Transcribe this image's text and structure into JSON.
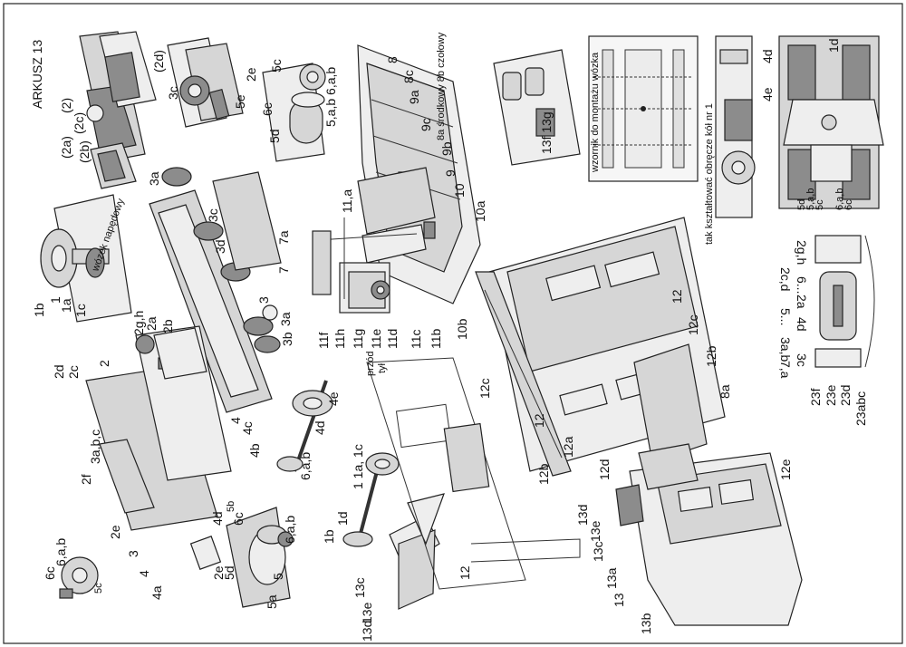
{
  "sheet_title": "ARKUSZ 13",
  "captions": {
    "jig_tool": "wzornik do montażu wózka",
    "roof_pieces": "8a środkowy  8b czołowy",
    "board_text": "wózek napędowy",
    "small_note": "tak kształtować obręcze kół nr 1"
  },
  "labels": {
    "p1": "1",
    "p1a": "1a",
    "p1b": "1b",
    "p1c": "1c",
    "p2": "2",
    "p2a": "2a",
    "p2b": "2b",
    "p2c": "2c",
    "p2d": "2d",
    "p2e": "2e",
    "p2f": "2f",
    "p2gh": "2g,h",
    "p2_paren": "(2)",
    "p2a_paren": "(2a)",
    "p2b_paren": "(2b)",
    "p2c_paren": "(2c)",
    "p2d_paren": "(2d)",
    "p3": "3",
    "p3a": "3a",
    "p3b": "3b",
    "p3c": "3c",
    "p3d": "3d",
    "p3abc": "3a,b,c",
    "p4": "4",
    "p4a": "4a",
    "p4b": "4b",
    "p4c": "4c",
    "p4d": "4d",
    "p4e": "4e",
    "p5": "5",
    "p5a": "5a",
    "p5c": "5c",
    "p5d": "5d",
    "p5ab": "5,a,b",
    "p6ab": "6,a,b",
    "p6c": "6c",
    "p7": "7",
    "p7a": "7a",
    "p8": "8",
    "p8a": "8a",
    "p8c": "8c",
    "p9": "9",
    "p9a": "9a",
    "p9b": "9b",
    "p9c": "9c",
    "p10": "10",
    "p10a": "10a",
    "p10b": "10b",
    "p11a": "11,a",
    "p11b": "11b",
    "p11c": "11c",
    "p11d": "11d",
    "p11e": "11e",
    "p11f": "11f",
    "p11g": "11g",
    "p11h": "11h",
    "p12": "12",
    "p12a": "12a",
    "p12b": "12b",
    "p12c": "12c",
    "p12d": "12d",
    "p12e": "12e",
    "p13": "13",
    "p13a": "13a",
    "p13b": "13b",
    "p13c": "13c",
    "p13d": "13d",
    "p13e": "13e",
    "p13f": "13f",
    "p13g": "13g",
    "p23f": "23f",
    "p23e": "23e",
    "p23d": "23d",
    "p23abc": "23abc",
    "przod": "przód",
    "tyl": "tył",
    "p2gh_r": "2g,h",
    "p6_r": "6...",
    "p2cd_r": "2c,d",
    "p2a_r": "2a",
    "p5_r": "5...",
    "p4d_r": "4d",
    "p3ab_r": "3a,b",
    "p3c_r": "3c",
    "p7a_r": "7,a",
    "p1d": "1d",
    "p1d_b": "1d",
    "p4d_b": "4d",
    "p5b": "5b",
    "p5c_b": "5c",
    "p5ab_r": "5,a,b",
    "p6ab_r": "6,a,b",
    "p1ac": "1 1a, 1c"
  }
}
